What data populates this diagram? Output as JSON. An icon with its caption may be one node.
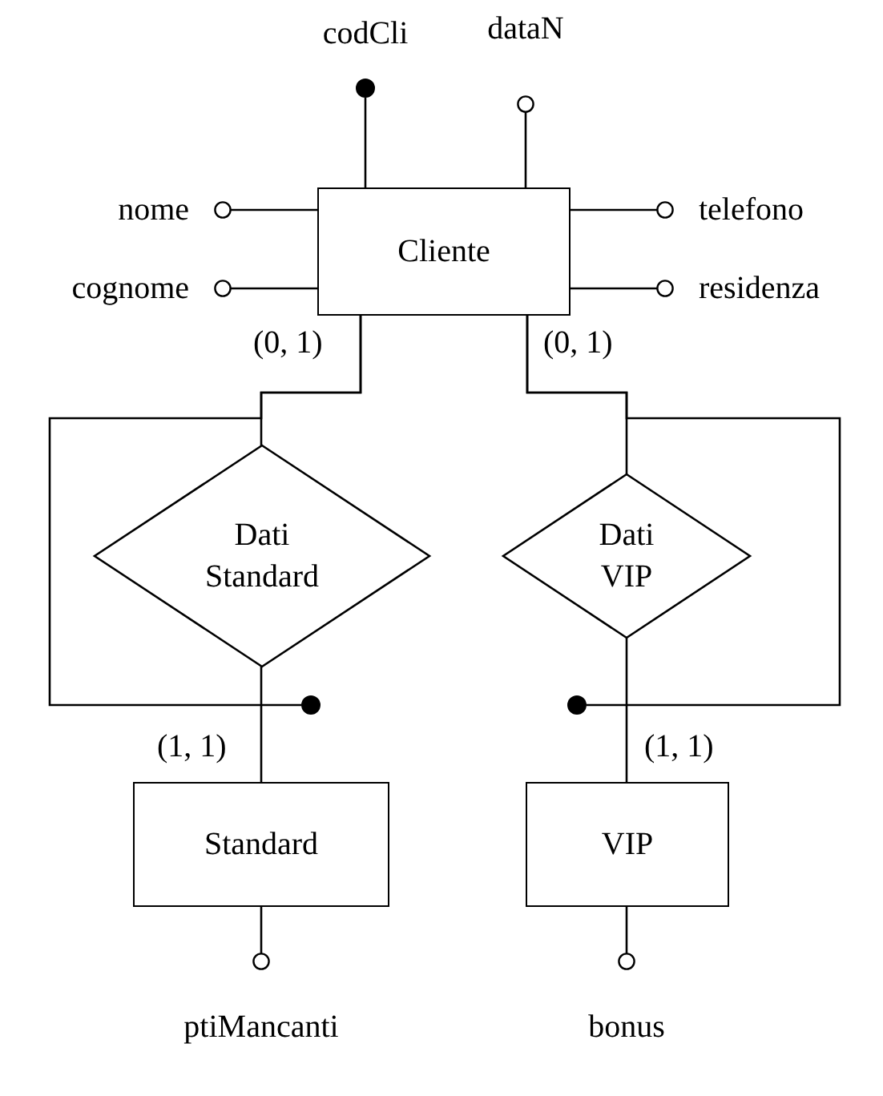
{
  "diagram": {
    "nodes": [
      {
        "text": [
          "Cliente"
        ]
      },
      {
        "text": [],
        "shape": "circle",
        "beside": [
          "codCli"
        ]
      },
      {
        "text": [
          "dataN"
        ]
      },
      {
        "text": [
          "nome"
        ]
      },
      {
        "text": [
          "telefono"
        ]
      },
      {
        "text": [
          "cognome"
        ]
      },
      {
        "text": [
          "residenza"
        ]
      },
      {
        "text": [
          "Dati Standard"
        ]
      },
      {
        "text": [
          "Dati VIP"
        ]
      },
      {
        "text": [],
        "shape": "circle"
      },
      {
        "text": [],
        "shape": "circle"
      },
      {
        "text": [
          "Standard"
        ]
      },
      {
        "text": [
          "VIP"
        ]
      },
      {
        "text": [
          "ptiMancanti"
        ]
      },
      {
        "text": [
          "bonus"
        ]
      }
    ],
    "edges": [
      {
        "from": 0,
        "to": 1,
        "arrow": "none"
      },
      {
        "from": 0,
        "to": 2,
        "arrow": "other"
      },
      {
        "from": 0,
        "to": 3,
        "arrow": "other"
      },
      {
        "from": 0,
        "to": 4,
        "arrow": "other"
      },
      {
        "from": 0,
        "to": 5,
        "arrow": "other"
      },
      {
        "from": 0,
        "to": 6,
        "arrow": "other"
      },
      {
        "from": 0,
        "to": 7,
        "arrow": "none",
        "label": "(0, 1)"
      },
      {
        "from": 0,
        "to": 8,
        "arrow": "none",
        "label": "(0, 1)"
      },
      {
        "from": 7,
        "to": 11,
        "arrow": "none",
        "label": "(1, 1)"
      },
      {
        "from": 8,
        "to": 12,
        "arrow": "none",
        "label": "(1, 1)"
      },
      {
        "from": 0,
        "to": 9,
        "arrow": "none"
      },
      {
        "from": 0,
        "to": 10,
        "arrow": "none"
      },
      {
        "from": 11,
        "to": 13,
        "arrow": "other"
      },
      {
        "from": 12,
        "to": 14,
        "arrow": "other"
      }
    ]
  }
}
